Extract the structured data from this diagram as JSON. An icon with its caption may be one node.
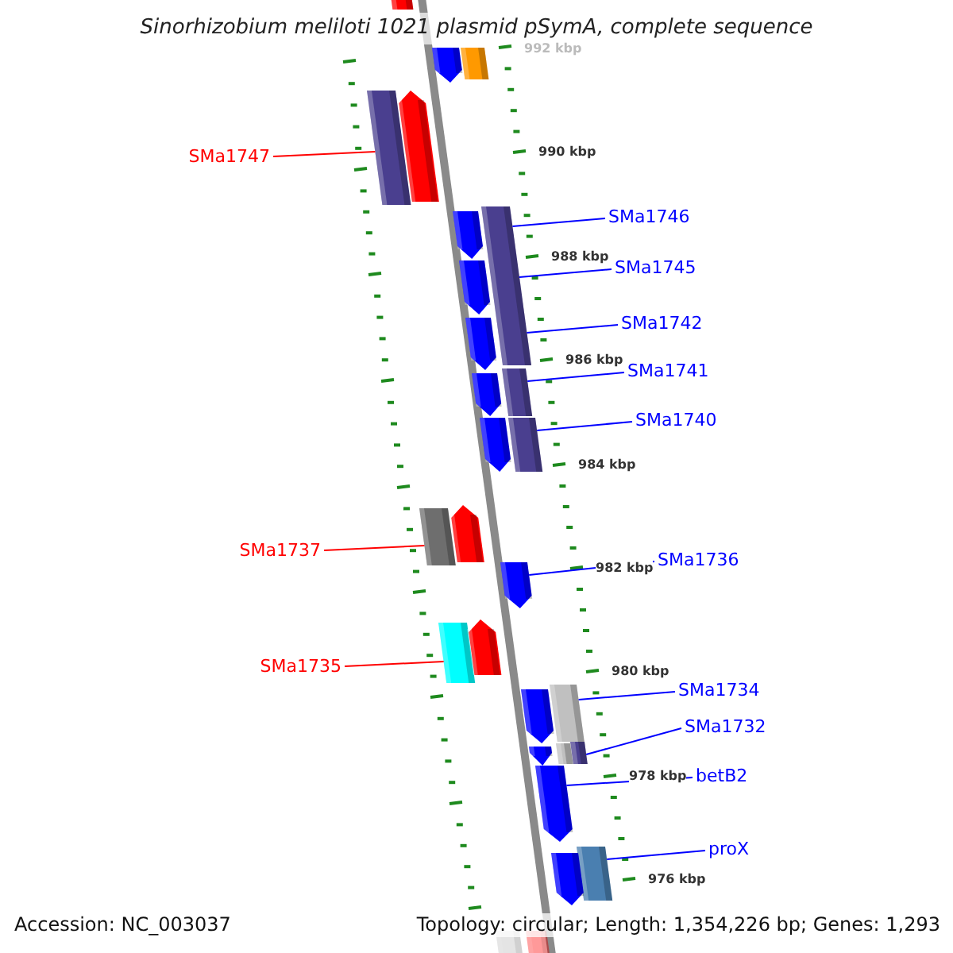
{
  "diagram": {
    "title": "Sinorhizobium meliloti 1021 plasmid pSymA, complete sequence",
    "nodes": [
      {
        "text": [],
        "shape": "bar"
      },
      {
        "text": [],
        "shape": "bar"
      },
      {
        "text": [],
        "shape": "bar"
      },
      {
        "text": [
          "SMa1747"
        ]
      },
      {
        "text": [],
        "shape": "bar"
      },
      {
        "text": [],
        "shape": "bar"
      },
      {
        "text": [
          "SMa1746"
        ]
      },
      {
        "text": [],
        "shape": "bar"
      },
      {
        "text": [],
        "shape": "bar"
      },
      {
        "text": [
          "SMa1745"
        ]
      },
      {
        "text": [],
        "shape": "bar"
      },
      {
        "text": [
          "SMa1742"
        ]
      },
      {
        "text": [],
        "shape": "bar"
      },
      {
        "text": [
          "SMa1741"
        ]
      },
      {
        "text": [],
        "shape": "bar"
      },
      {
        "text": [],
        "shape": "bar"
      },
      {
        "text": [
          "SMa1740"
        ]
      },
      {
        "text": [],
        "shape": "bar"
      },
      {
        "text": [],
        "shape": "bar"
      },
      {
        "text": [
          "SMa1737"
        ]
      },
      {
        "text": [],
        "shape": "bar"
      },
      {
        "text": [],
        "shape": "bar"
      },
      {
        "text": [
          "SMa1736"
        ]
      },
      {
        "text": [],
        "shape": "bar"
      },
      {
        "text": [
          "SMa1735"
        ]
      },
      {
        "text": [],
        "shape": "bar"
      },
      {
        "text": [],
        "shape": "bar"
      },
      {
        "text": [
          "SMa1734"
        ]
      },
      {
        "text": [],
        "shape": "bar"
      },
      {
        "text": [],
        "shape": "bar"
      },
      {
        "text": [
          "SMa1732"
        ]
      },
      {
        "text": [],
        "shape": "bar"
      },
      {
        "text": [],
        "shape": "bar"
      },
      {
        "text": [],
        "shape": "bar"
      },
      {
        "text": [
          "betB2"
        ]
      },
      {
        "text": [],
        "shape": "bar"
      },
      {
        "text": [
          "proX"
        ]
      },
      {
        "text": [],
        "shape": "bar"
      },
      {
        "text": [],
        "shape": "bar"
      },
      {
        "text": [],
        "shape": "bar"
      },
      {
        "text": [],
        "shape": "bar"
      }
    ],
    "edges": [
      {
        "from": 3,
        "to": 4,
        "arrow": "none",
        "color": "#ff0000"
      },
      {
        "from": 6,
        "to": 7,
        "arrow": "none"
      },
      {
        "from": 9,
        "to": 7,
        "arrow": "none"
      },
      {
        "from": 11,
        "to": 7,
        "arrow": "none"
      },
      {
        "from": 13,
        "to": 14,
        "arrow": "none"
      },
      {
        "from": 16,
        "to": 17,
        "arrow": "none"
      },
      {
        "from": 19,
        "to": 20,
        "arrow": "none",
        "color": "#ff0000"
      },
      {
        "from": 22,
        "to": 23,
        "arrow": "none"
      },
      {
        "from": 24,
        "to": 25,
        "arrow": "none",
        "color": "#ff0000"
      },
      {
        "from": 27,
        "to": 28,
        "arrow": "none"
      },
      {
        "from": 30,
        "to": 31,
        "arrow": "none"
      },
      {
        "from": 34,
        "to": 35,
        "arrow": "none"
      },
      {
        "from": 36,
        "to": 37,
        "arrow": "none"
      }
    ],
    "labels": [
      "992 kbp",
      "990 kbp",
      "988 kbp",
      "986 kbp",
      "984 kbp",
      "982 kbp",
      "980 kbp",
      "978 kbp",
      "976 kbp",
      "Accession: NC_003037",
      "Topology: circular; Length: 1,354,226 bp; Genes: 1,293"
    ]
  }
}
